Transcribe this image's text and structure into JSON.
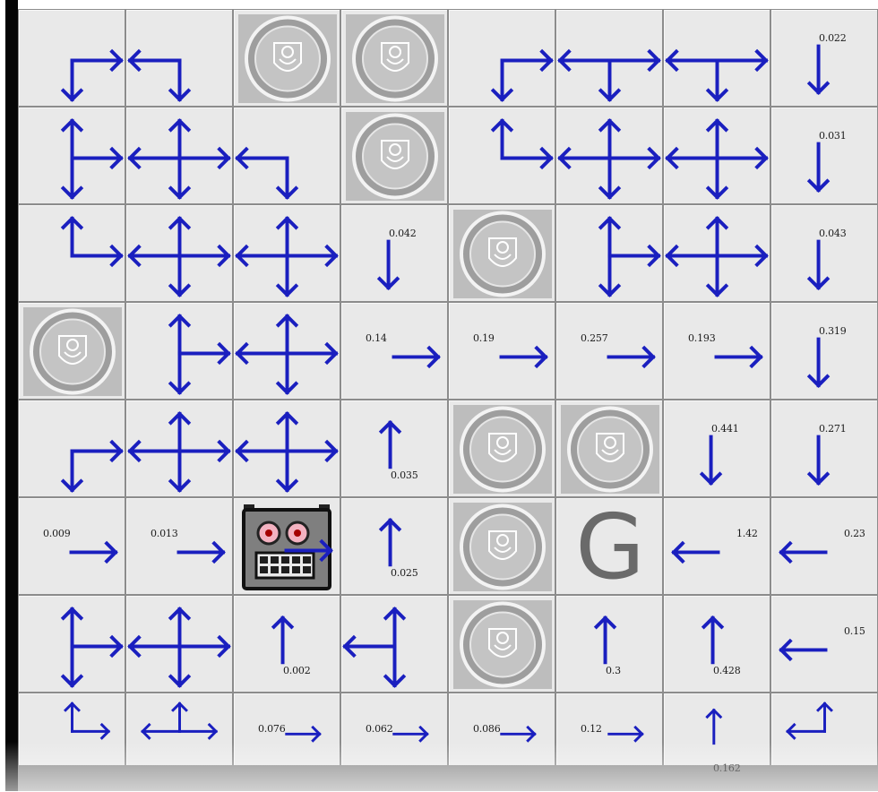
{
  "grid": {
    "rows": 8,
    "cols": 8,
    "arrow_color": "#1a1fbf",
    "cells": [
      [
        {
          "type": "policy",
          "dirs": [
            "down",
            "right"
          ]
        },
        {
          "type": "policy",
          "dirs": [
            "left",
            "down"
          ]
        },
        {
          "type": "wall"
        },
        {
          "type": "wall"
        },
        {
          "type": "policy",
          "dirs": [
            "down",
            "right"
          ]
        },
        {
          "type": "policy",
          "dirs": [
            "left",
            "right",
            "down"
          ]
        },
        {
          "type": "policy",
          "dirs": [
            "left",
            "right",
            "down"
          ]
        },
        {
          "type": "value",
          "dirs": [
            "down"
          ],
          "value": "0.022"
        }
      ],
      [
        {
          "type": "policy",
          "dirs": [
            "up",
            "down",
            "right"
          ]
        },
        {
          "type": "policy",
          "dirs": [
            "up",
            "down",
            "left",
            "right"
          ]
        },
        {
          "type": "policy",
          "dirs": [
            "left",
            "down"
          ]
        },
        {
          "type": "wall"
        },
        {
          "type": "policy",
          "dirs": [
            "up",
            "right"
          ]
        },
        {
          "type": "policy",
          "dirs": [
            "up",
            "down",
            "left",
            "right"
          ]
        },
        {
          "type": "policy",
          "dirs": [
            "up",
            "down",
            "left",
            "right"
          ]
        },
        {
          "type": "value",
          "dirs": [
            "down"
          ],
          "value": "0.031"
        }
      ],
      [
        {
          "type": "policy",
          "dirs": [
            "up",
            "right"
          ]
        },
        {
          "type": "policy",
          "dirs": [
            "up",
            "down",
            "left",
            "right"
          ]
        },
        {
          "type": "policy",
          "dirs": [
            "up",
            "down",
            "left",
            "right"
          ]
        },
        {
          "type": "value",
          "dirs": [
            "down"
          ],
          "value": "0.042"
        },
        {
          "type": "wall"
        },
        {
          "type": "policy",
          "dirs": [
            "up",
            "down",
            "right"
          ]
        },
        {
          "type": "policy",
          "dirs": [
            "up",
            "down",
            "left",
            "right"
          ]
        },
        {
          "type": "value",
          "dirs": [
            "down"
          ],
          "value": "0.043"
        }
      ],
      [
        {
          "type": "wall"
        },
        {
          "type": "policy",
          "dirs": [
            "up",
            "down",
            "right"
          ]
        },
        {
          "type": "policy",
          "dirs": [
            "up",
            "down",
            "left",
            "right"
          ]
        },
        {
          "type": "value",
          "dirs": [
            "right"
          ],
          "value": "0.14"
        },
        {
          "type": "value",
          "dirs": [
            "right"
          ],
          "value": "0.19"
        },
        {
          "type": "value",
          "dirs": [
            "right"
          ],
          "value": "0.257"
        },
        {
          "type": "value",
          "dirs": [
            "right"
          ],
          "value": "0.193"
        },
        {
          "type": "value",
          "dirs": [
            "down"
          ],
          "value": "0.319"
        }
      ],
      [
        {
          "type": "policy",
          "dirs": [
            "down",
            "right"
          ]
        },
        {
          "type": "policy",
          "dirs": [
            "up",
            "down",
            "left",
            "right"
          ]
        },
        {
          "type": "policy",
          "dirs": [
            "up",
            "down",
            "left",
            "right"
          ]
        },
        {
          "type": "value",
          "dirs": [
            "up"
          ],
          "value": "0.035"
        },
        {
          "type": "wall"
        },
        {
          "type": "wall"
        },
        {
          "type": "value",
          "dirs": [
            "down"
          ],
          "value": "0.441"
        },
        {
          "type": "value",
          "dirs": [
            "down"
          ],
          "value": "0.271"
        }
      ],
      [
        {
          "type": "value",
          "dirs": [
            "right"
          ],
          "value": "0.009"
        },
        {
          "type": "value",
          "dirs": [
            "right"
          ],
          "value": "0.013"
        },
        {
          "type": "robot",
          "dirs": [
            "right"
          ]
        },
        {
          "type": "value",
          "dirs": [
            "up"
          ],
          "value": "0.025"
        },
        {
          "type": "wall"
        },
        {
          "type": "goal",
          "label": "G"
        },
        {
          "type": "value",
          "dirs": [
            "left"
          ],
          "value": "1.42"
        },
        {
          "type": "value",
          "dirs": [
            "left"
          ],
          "value": "0.23"
        }
      ],
      [
        {
          "type": "policy",
          "dirs": [
            "up",
            "down",
            "right"
          ]
        },
        {
          "type": "policy",
          "dirs": [
            "up",
            "down",
            "left",
            "right"
          ]
        },
        {
          "type": "value",
          "dirs": [
            "up"
          ],
          "value": "0.002"
        },
        {
          "type": "policy",
          "dirs": [
            "up",
            "down",
            "left"
          ]
        },
        {
          "type": "wall"
        },
        {
          "type": "value",
          "dirs": [
            "up"
          ],
          "value": "0.3"
        },
        {
          "type": "value",
          "dirs": [
            "up"
          ],
          "value": "0.428"
        },
        {
          "type": "value",
          "dirs": [
            "left"
          ],
          "value": "0.15"
        }
      ],
      [
        {
          "type": "policy",
          "dirs": [
            "up",
            "right"
          ]
        },
        {
          "type": "policy",
          "dirs": [
            "up",
            "left",
            "right"
          ]
        },
        {
          "type": "value",
          "dirs": [
            "right"
          ],
          "value": "0.076"
        },
        {
          "type": "value",
          "dirs": [
            "right"
          ],
          "value": "0.062"
        },
        {
          "type": "value",
          "dirs": [
            "right"
          ],
          "value": "0.086"
        },
        {
          "type": "value",
          "dirs": [
            "right"
          ],
          "value": "0.12"
        },
        {
          "type": "value",
          "dirs": [
            "up"
          ],
          "value": "0.162"
        },
        {
          "type": "policy",
          "dirs": [
            "up",
            "left"
          ]
        }
      ]
    ]
  }
}
